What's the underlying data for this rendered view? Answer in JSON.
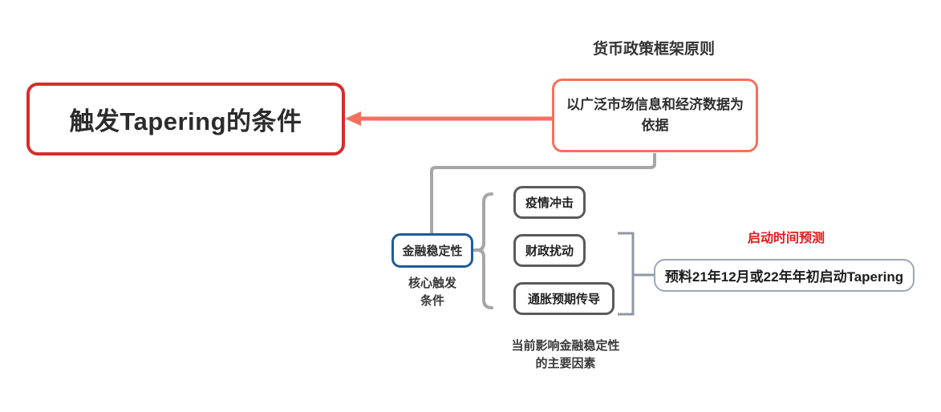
{
  "diagram": {
    "title_node": {
      "label": "触发Tapering的条件",
      "border_color": "#d92b2b"
    },
    "framework": {
      "caption": "货币政策框架原则",
      "label": "以广泛市场信息和经济数据为依据",
      "border_color": "#f4705e"
    },
    "stability": {
      "label": "金融稳定性",
      "caption": "核心触发\n条件",
      "caption_line1": "核心触发",
      "caption_line2": "条件",
      "border_color": "#1f5c99"
    },
    "factors": {
      "caption_line1": "当前影响金融稳定性",
      "caption_line2": "的主要因素",
      "border_color": "#5a5a5a",
      "items": [
        {
          "label": "疫情冲击"
        },
        {
          "label": "财政扰动"
        },
        {
          "label": "通胀预期传导"
        }
      ]
    },
    "prediction": {
      "caption": "启动时间预测",
      "caption_color": "#e01b1b",
      "label": "预料21年12月或22年年初启动Tapering",
      "border_color": "#9aa7b8"
    },
    "connectors": {
      "arrow_color": "#f4705e",
      "line_color": "#a6a6a6",
      "brace_color": "#a6a6a6"
    }
  }
}
